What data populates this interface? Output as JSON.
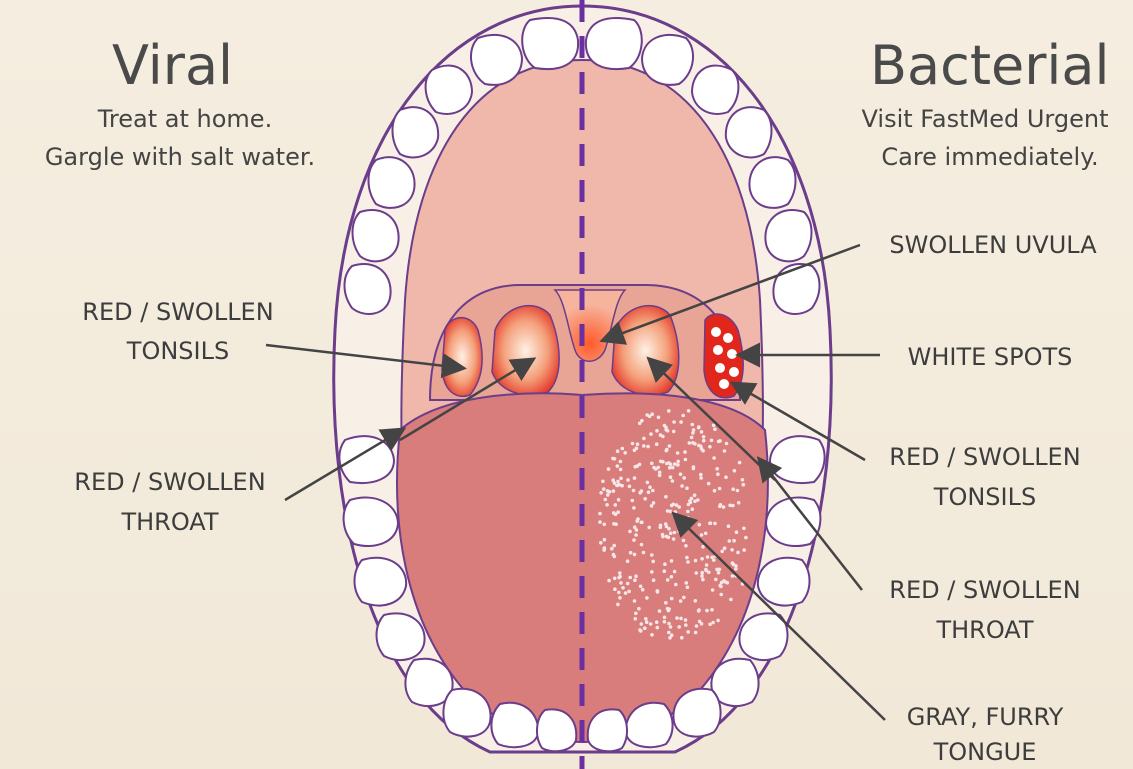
{
  "left": {
    "title": "Viral",
    "line1": "Treat at home.",
    "line2": "Gargle with salt water.",
    "tonsils_label_1": "RED / SWOLLEN",
    "tonsils_label_2": "TONSILS",
    "throat_label_1": "RED / SWOLLEN",
    "throat_label_2": "THROAT"
  },
  "right": {
    "title": "Bacterial",
    "line1": "Visit FastMed Urgent",
    "line2": "Care immediately.",
    "uvula_label": "SWOLLEN UVULA",
    "spots_label": "WHITE SPOTS",
    "tonsils_label_1": "RED / SWOLLEN",
    "tonsils_label_2": "TONSILS",
    "throat_label_1": "RED / SWOLLEN",
    "throat_label_2": "THROAT",
    "tongue_label_1": "GRAY, FURRY",
    "tongue_label_2": "TONGUE"
  },
  "colors": {
    "outline": "#6b3d8a",
    "divider": "#6a2fa0",
    "palate": "#eeb2a6",
    "tongue": "#d97c7c",
    "inflamed": "#e23b2c",
    "arrow": "#444444"
  }
}
